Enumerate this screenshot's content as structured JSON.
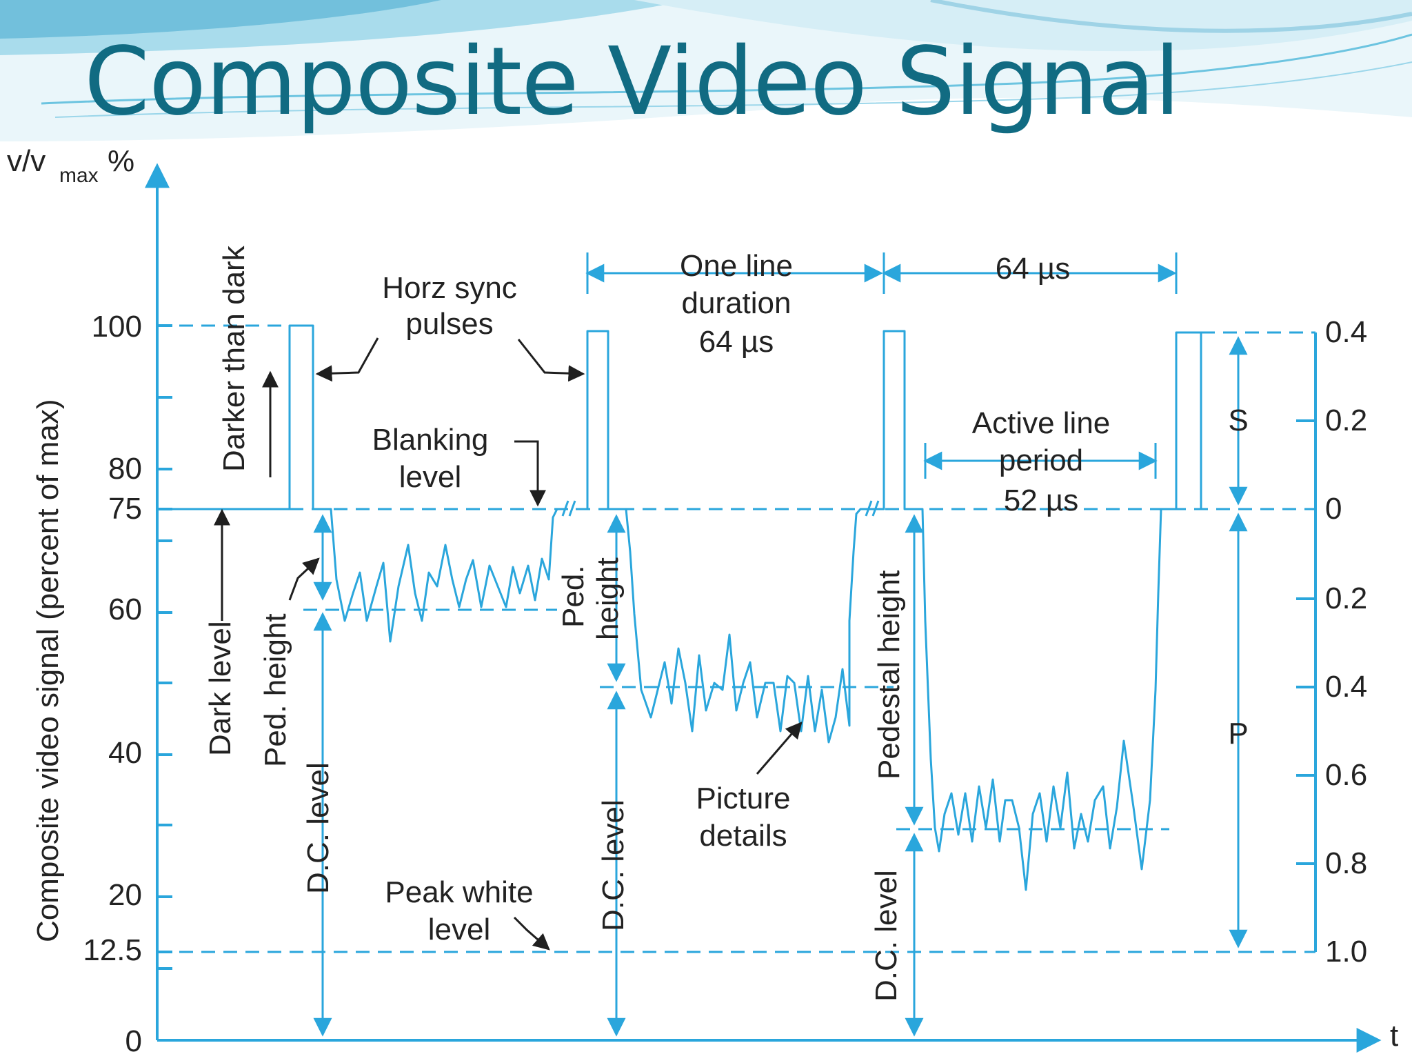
{
  "slide": {
    "title": "Composite Video Signal"
  },
  "colors": {
    "title": "#116b82",
    "signal": "#2aa6dc",
    "annotation": "#1f1f1f",
    "header_wave": "#6cc4e0"
  },
  "axes": {
    "y_axis_title": "Composite video signal (percent of max)",
    "y_unit_top": "v/v",
    "y_unit_sub": "max",
    "y_unit_pct": "%",
    "x_label": "t",
    "left_ticks": [
      "100",
      "80",
      "75",
      "60",
      "40",
      "20",
      "12.5",
      "0"
    ],
    "right_ticks": [
      "0.4",
      "0.2",
      "0",
      "0.2",
      "0.4",
      "0.6",
      "0.8",
      "1.0"
    ]
  },
  "labels": {
    "horz_sync_1": "Horz sync",
    "horz_sync_2": "pulses",
    "darker": "Darker than dark",
    "blanking_1": "Blanking",
    "blanking_2": "level",
    "dark_level": "Dark level",
    "ped_height_1": "Ped. height",
    "dc_level_1": "D.C. level",
    "peak_white_1": "Peak white",
    "peak_white_2": "level",
    "one_line_1": "One line",
    "one_line_2": "duration",
    "one_line_3": "64 µs",
    "ped_2a": "Ped.",
    "ped_2b": "height",
    "dc_level_2": "D.C. level",
    "picture_1": "Picture",
    "picture_2": "details",
    "sixty_four": "64 µs",
    "active_1": "Active line",
    "active_2": "period",
    "active_3": "52 µs",
    "pedestal_height": "Pedestal height",
    "dc_level_3": "D.C. level",
    "s_label": "S",
    "p_label": "P"
  }
}
